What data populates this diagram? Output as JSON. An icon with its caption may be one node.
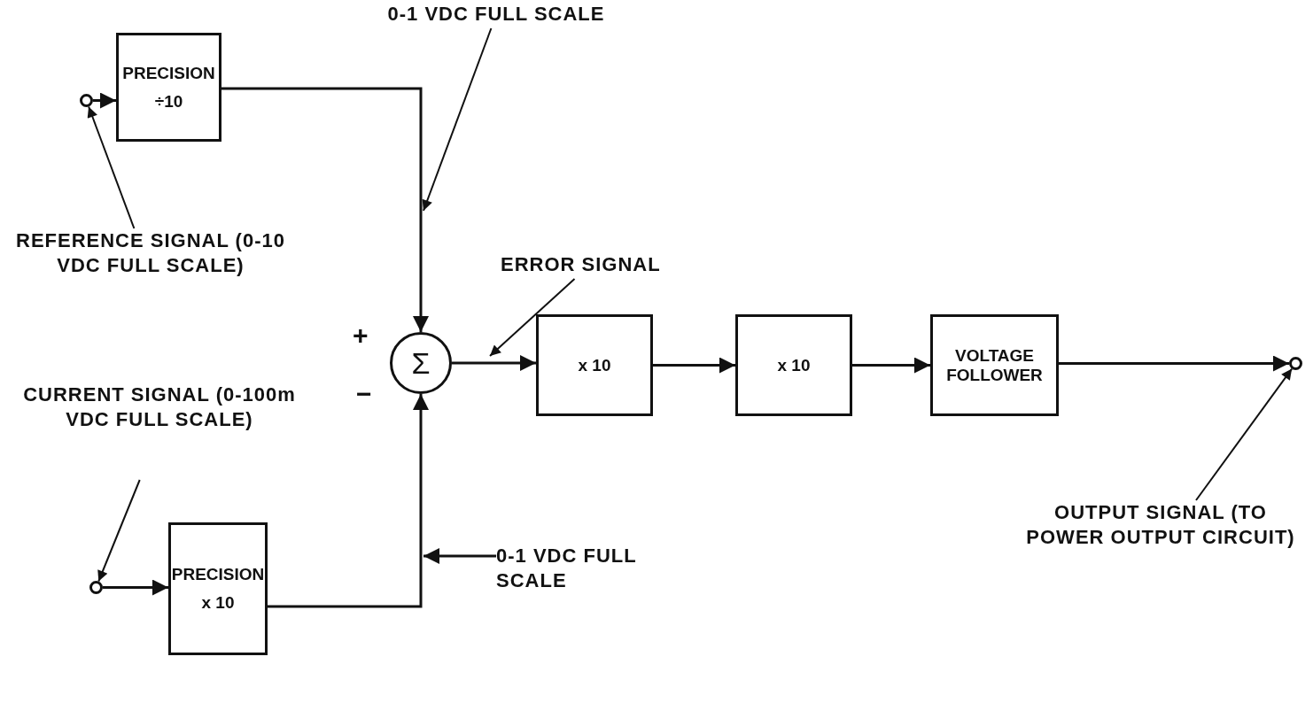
{
  "diagram": {
    "nodes": [
      {
        "text": [],
        "shape": "circle"
      },
      {
        "text": [
          "PRECISION",
          "÷10"
        ]
      },
      {
        "text": [
          "REFERENCE SIGNAL (0-10 VDC FULL SCALE)"
        ]
      },
      {
        "text": [
          "0-1 VDC FULL SCALE"
        ]
      },
      {
        "text": [
          "Σ"
        ]
      },
      {
        "text": [
          "ERROR SIGNAL"
        ]
      },
      {
        "text": [
          "x 10"
        ]
      },
      {
        "text": [
          "x 10"
        ]
      },
      {
        "text": [
          "VOLTAGE FOLLOWER"
        ]
      },
      {
        "text": [],
        "shape": "circle"
      },
      {
        "text": [
          "OUTPUT SIGNAL (TO POWER OUTPUT CIRCUIT)"
        ]
      },
      {
        "text": [
          "CURRENT SIGNAL (0-100m VDC FULL SCALE)"
        ]
      },
      {
        "text": [],
        "shape": "circle"
      },
      {
        "text": [
          "PRECISION",
          "x 10"
        ]
      },
      {
        "text": [
          "0-1 VDC FULL SCALE"
        ]
      }
    ],
    "edges": [
      {
        "from": 0,
        "to": 1,
        "arrow": "to"
      },
      {
        "from": 1,
        "to": 4,
        "arrow": "to"
      },
      {
        "from": 4,
        "to": 6,
        "arrow": "to"
      },
      {
        "from": 6,
        "to": 7,
        "arrow": "to"
      },
      {
        "from": 7,
        "to": 8,
        "arrow": "to"
      },
      {
        "from": 8,
        "to": 9,
        "arrow": "to"
      },
      {
        "from": 12,
        "to": 13,
        "arrow": "to"
      },
      {
        "from": 13,
        "to": 4,
        "arrow": "to"
      },
      {
        "from": 2,
        "to": 0,
        "arrow": "to"
      },
      {
        "from": 3,
        "to": null,
        "arrow": "to"
      },
      {
        "from": 5,
        "to": null,
        "arrow": "to"
      },
      {
        "from": 10,
        "to": 9,
        "arrow": "to"
      },
      {
        "from": 11,
        "to": 12,
        "arrow": "to"
      },
      {
        "from": 14,
        "to": null,
        "arrow": "to"
      }
    ],
    "labels": [
      "+",
      "−"
    ]
  }
}
